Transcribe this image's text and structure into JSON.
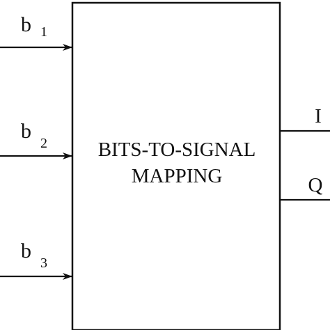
{
  "block": {
    "line1": "BITS-TO-SIGNAL",
    "line2": "MAPPING"
  },
  "inputs": [
    {
      "base": "b",
      "sub": "1"
    },
    {
      "base": "b",
      "sub": "2"
    },
    {
      "base": "b",
      "sub": "3"
    }
  ],
  "outputs": [
    {
      "label": "I"
    },
    {
      "label": "Q"
    }
  ],
  "colors": {
    "stroke": "#111111",
    "background": "#ffffff"
  }
}
